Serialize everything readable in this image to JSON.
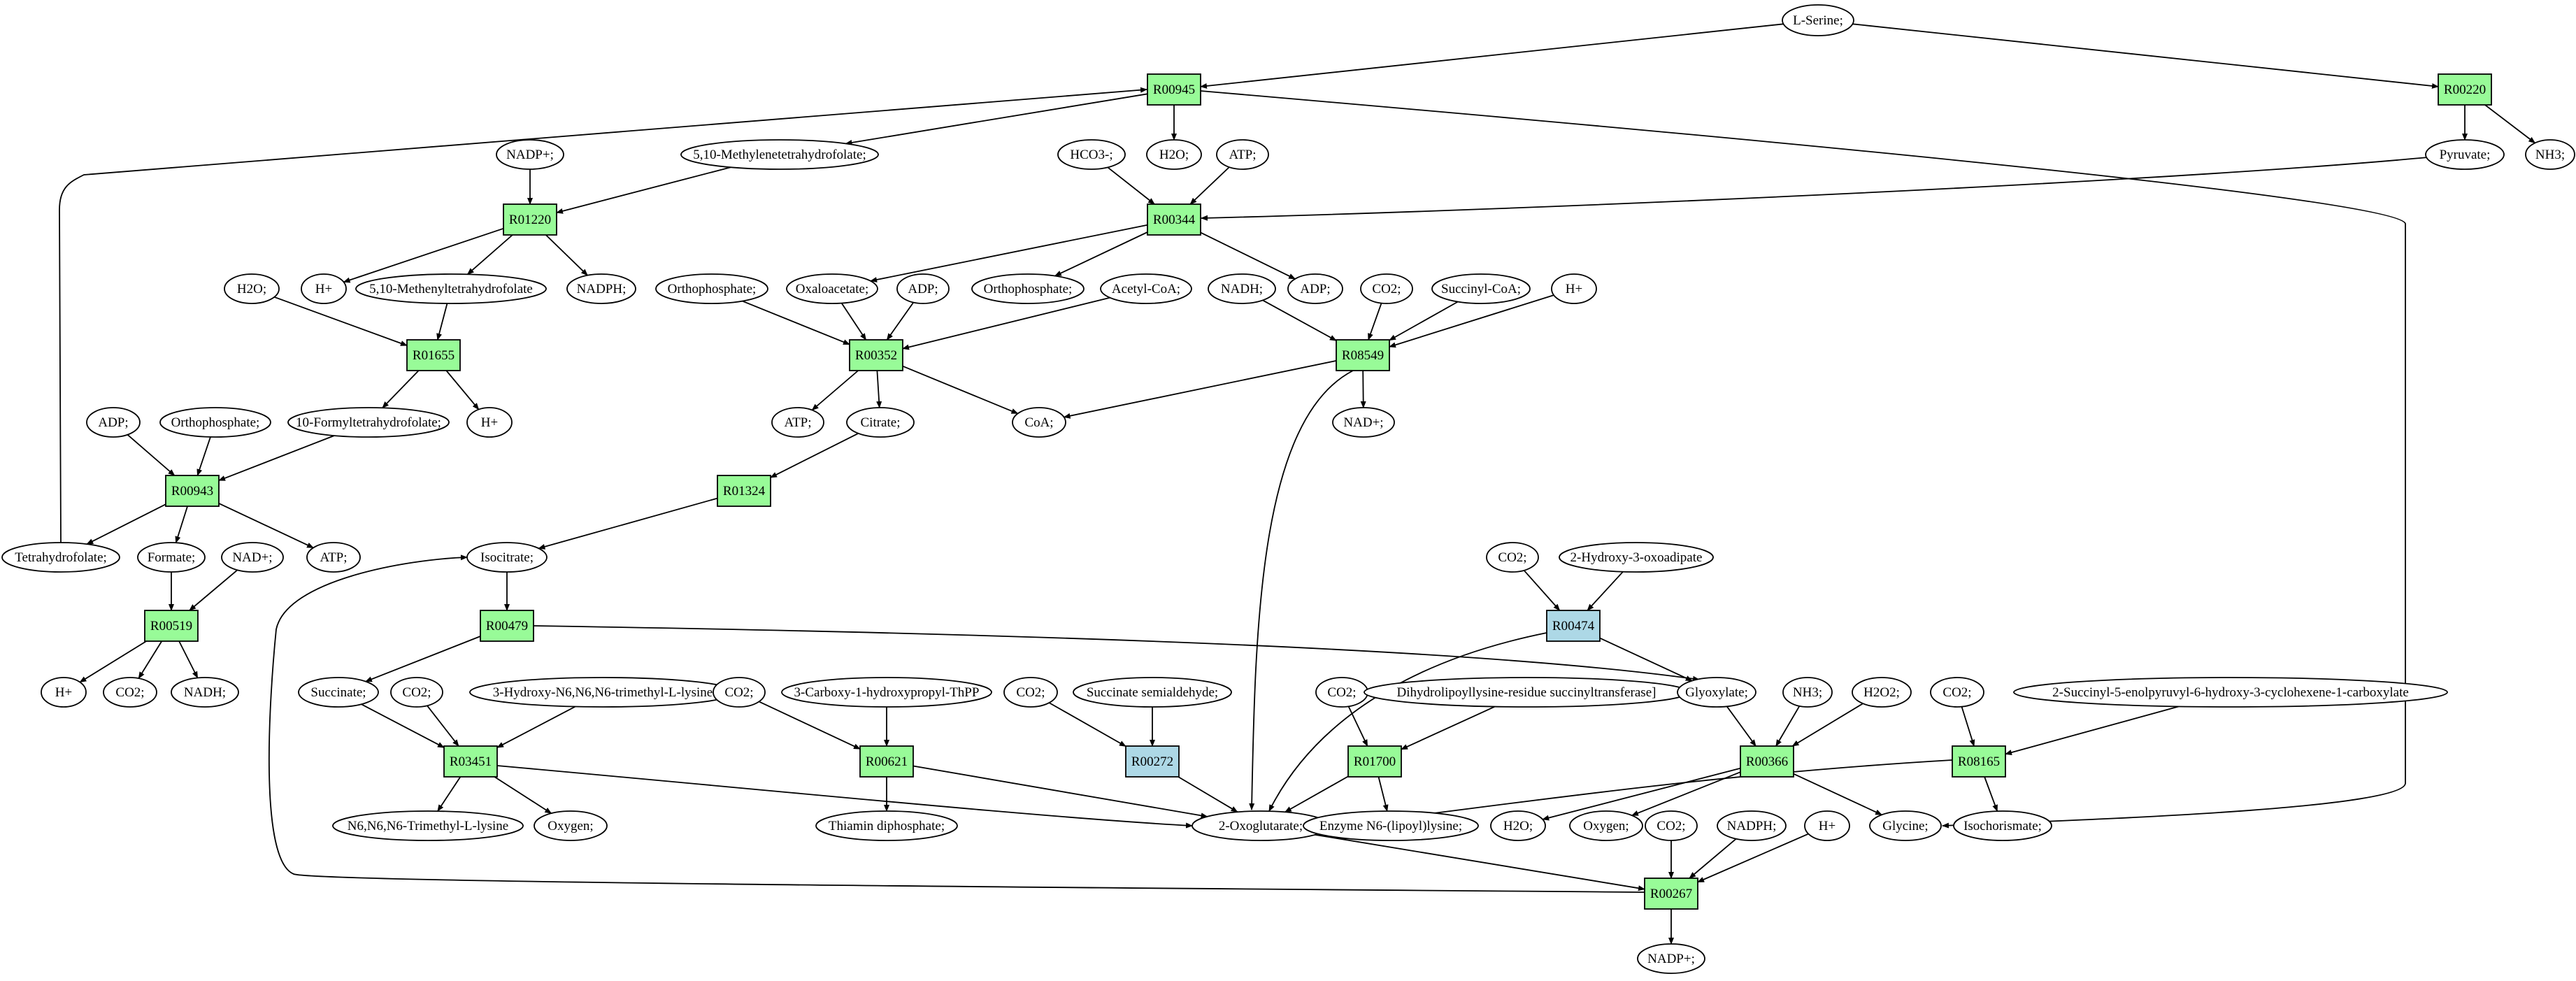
{
  "colors": {
    "reaction_fill": "#98fb98",
    "reaction_alt_fill": "#add8e6",
    "source_fill": "#00ff00",
    "target_fill": "#ffff00",
    "metabolite_fill": "#ffffff",
    "stroke": "#000000"
  },
  "nodes": [
    {
      "id": "lserine",
      "label": "L-Serine;",
      "kind": "metabolite",
      "fill": "source_fill"
    },
    {
      "id": "R00945",
      "label": "R00945",
      "kind": "reaction",
      "fill": "reaction_fill"
    },
    {
      "id": "R00220",
      "label": "R00220",
      "kind": "reaction",
      "fill": "reaction_fill"
    },
    {
      "id": "nadp_top",
      "label": "NADP+;",
      "kind": "metabolite"
    },
    {
      "id": "mthf",
      "label": "5,10-Methylenetetrahydrofolate;",
      "kind": "metabolite"
    },
    {
      "id": "hco3",
      "label": "HCO3-;",
      "kind": "metabolite"
    },
    {
      "id": "h2o_1",
      "label": "H2O;",
      "kind": "metabolite"
    },
    {
      "id": "atp_1",
      "label": "ATP;",
      "kind": "metabolite"
    },
    {
      "id": "pyruvate",
      "label": "Pyruvate;",
      "kind": "metabolite"
    },
    {
      "id": "nh3_1",
      "label": "NH3;",
      "kind": "metabolite"
    },
    {
      "id": "R01220",
      "label": "R01220",
      "kind": "reaction",
      "fill": "reaction_fill"
    },
    {
      "id": "R00344",
      "label": "R00344",
      "kind": "reaction",
      "fill": "reaction_fill"
    },
    {
      "id": "h2o_2",
      "label": "H2O;",
      "kind": "metabolite"
    },
    {
      "id": "hplus_1",
      "label": "H+",
      "kind": "metabolite"
    },
    {
      "id": "methenyl",
      "label": "5,10-Methenyltetrahydrofolate",
      "kind": "metabolite"
    },
    {
      "id": "nadph_1",
      "label": "NADPH;",
      "kind": "metabolite"
    },
    {
      "id": "orthophos_1",
      "label": "Orthophosphate;",
      "kind": "metabolite"
    },
    {
      "id": "oxaloacetate",
      "label": "Oxaloacetate;",
      "kind": "metabolite"
    },
    {
      "id": "adp_1",
      "label": "ADP;",
      "kind": "metabolite"
    },
    {
      "id": "orthophos_2",
      "label": "Orthophosphate;",
      "kind": "metabolite"
    },
    {
      "id": "acetylcoa",
      "label": "Acetyl-CoA;",
      "kind": "metabolite"
    },
    {
      "id": "nadh_1",
      "label": "NADH;",
      "kind": "metabolite"
    },
    {
      "id": "adp_2",
      "label": "ADP;",
      "kind": "metabolite"
    },
    {
      "id": "co2_1",
      "label": "CO2;",
      "kind": "metabolite"
    },
    {
      "id": "succinylcoa",
      "label": "Succinyl-CoA;",
      "kind": "metabolite"
    },
    {
      "id": "hplus_2",
      "label": "H+",
      "kind": "metabolite"
    },
    {
      "id": "R01655",
      "label": "R01655",
      "kind": "reaction",
      "fill": "reaction_fill"
    },
    {
      "id": "R00352",
      "label": "R00352",
      "kind": "reaction",
      "fill": "reaction_fill"
    },
    {
      "id": "R08549",
      "label": "R08549",
      "kind": "reaction",
      "fill": "reaction_fill"
    },
    {
      "id": "adp_3",
      "label": "ADP;",
      "kind": "metabolite"
    },
    {
      "id": "orthophos_3",
      "label": "Orthophosphate;",
      "kind": "metabolite"
    },
    {
      "id": "formylthf",
      "label": "10-Formyltetrahydrofolate;",
      "kind": "metabolite"
    },
    {
      "id": "hplus_3",
      "label": "H+",
      "kind": "metabolite"
    },
    {
      "id": "atp_2",
      "label": "ATP;",
      "kind": "metabolite"
    },
    {
      "id": "citrate",
      "label": "Citrate;",
      "kind": "metabolite"
    },
    {
      "id": "coa",
      "label": "CoA;",
      "kind": "metabolite"
    },
    {
      "id": "nadplus_1",
      "label": "NAD+;",
      "kind": "metabolite"
    },
    {
      "id": "R00943",
      "label": "R00943",
      "kind": "reaction",
      "fill": "reaction_fill"
    },
    {
      "id": "R01324",
      "label": "R01324",
      "kind": "reaction",
      "fill": "reaction_fill"
    },
    {
      "id": "thf",
      "label": "Tetrahydrofolate;",
      "kind": "metabolite"
    },
    {
      "id": "formate",
      "label": "Formate;",
      "kind": "metabolite"
    },
    {
      "id": "nadplus_2",
      "label": "NAD+;",
      "kind": "metabolite"
    },
    {
      "id": "atp_3",
      "label": "ATP;",
      "kind": "metabolite"
    },
    {
      "id": "isocitrate",
      "label": "Isocitrate;",
      "kind": "metabolite"
    },
    {
      "id": "co2_2",
      "label": "CO2;",
      "kind": "metabolite"
    },
    {
      "id": "hydroxyoxoadipate",
      "label": "2-Hydroxy-3-oxoadipate",
      "kind": "metabolite"
    },
    {
      "id": "R00519",
      "label": "R00519",
      "kind": "reaction",
      "fill": "reaction_fill"
    },
    {
      "id": "R00479",
      "label": "R00479",
      "kind": "reaction",
      "fill": "reaction_fill"
    },
    {
      "id": "R00474",
      "label": "R00474",
      "kind": "reaction",
      "fill": "reaction_alt_fill"
    },
    {
      "id": "hplus_4",
      "label": "H+",
      "kind": "metabolite"
    },
    {
      "id": "co2_3",
      "label": "CO2;",
      "kind": "metabolite"
    },
    {
      "id": "nadh_2",
      "label": "NADH;",
      "kind": "metabolite"
    },
    {
      "id": "succinate",
      "label": "Succinate;",
      "kind": "metabolite"
    },
    {
      "id": "co2_4",
      "label": "CO2;",
      "kind": "metabolite"
    },
    {
      "id": "hydroxytml",
      "label": "3-Hydroxy-N6,N6,N6-trimethyl-L-lysine",
      "kind": "metabolite"
    },
    {
      "id": "co2_5",
      "label": "CO2;",
      "kind": "metabolite"
    },
    {
      "id": "carboxythpp",
      "label": "3-Carboxy-1-hydroxypropyl-ThPP",
      "kind": "metabolite"
    },
    {
      "id": "co2_6",
      "label": "CO2;",
      "kind": "metabolite"
    },
    {
      "id": "succsemialdehyde",
      "label": "Succinate semialdehyde;",
      "kind": "metabolite"
    },
    {
      "id": "co2_7",
      "label": "CO2;",
      "kind": "metabolite"
    },
    {
      "id": "dihydrolipoyl",
      "label": "Dihydrolipoyllysine-residue succinyltransferase]",
      "kind": "metabolite"
    },
    {
      "id": "glyoxylate",
      "label": "Glyoxylate;",
      "kind": "metabolite"
    },
    {
      "id": "nh3_2",
      "label": "NH3;",
      "kind": "metabolite"
    },
    {
      "id": "h2o2",
      "label": "H2O2;",
      "kind": "metabolite"
    },
    {
      "id": "co2_8",
      "label": "CO2;",
      "kind": "metabolite"
    },
    {
      "id": "succinylenol",
      "label": "2-Succinyl-5-enolpyruvyl-6-hydroxy-3-cyclohexene-1-carboxylate",
      "kind": "metabolite"
    },
    {
      "id": "R03451",
      "label": "R03451",
      "kind": "reaction",
      "fill": "reaction_fill"
    },
    {
      "id": "R00621",
      "label": "R00621",
      "kind": "reaction",
      "fill": "reaction_fill"
    },
    {
      "id": "R00272",
      "label": "R00272",
      "kind": "reaction",
      "fill": "reaction_alt_fill"
    },
    {
      "id": "R01700",
      "label": "R01700",
      "kind": "reaction",
      "fill": "reaction_fill"
    },
    {
      "id": "R00366",
      "label": "R00366",
      "kind": "reaction",
      "fill": "reaction_fill"
    },
    {
      "id": "R08165",
      "label": "R08165",
      "kind": "reaction",
      "fill": "reaction_fill"
    },
    {
      "id": "tml",
      "label": "N6,N6,N6-Trimethyl-L-lysine",
      "kind": "metabolite"
    },
    {
      "id": "oxygen_1",
      "label": "Oxygen;",
      "kind": "metabolite"
    },
    {
      "id": "thiamin",
      "label": "Thiamin diphosphate;",
      "kind": "metabolite"
    },
    {
      "id": "oxoglutarate",
      "label": "2-Oxoglutarate;",
      "kind": "metabolite"
    },
    {
      "id": "lipoyllysine",
      "label": "Enzyme N6-(lipoyl)lysine;",
      "kind": "metabolite"
    },
    {
      "id": "h2o_3",
      "label": "H2O;",
      "kind": "metabolite"
    },
    {
      "id": "oxygen_2",
      "label": "Oxygen;",
      "kind": "metabolite"
    },
    {
      "id": "co2_9",
      "label": "CO2;",
      "kind": "metabolite"
    },
    {
      "id": "nadph_2",
      "label": "NADPH;",
      "kind": "metabolite"
    },
    {
      "id": "hplus_5",
      "label": "H+",
      "kind": "metabolite"
    },
    {
      "id": "glycine",
      "label": "Glycine;",
      "kind": "metabolite",
      "fill": "target_fill"
    },
    {
      "id": "isochorismate",
      "label": "Isochorismate;",
      "kind": "metabolite"
    },
    {
      "id": "R00267",
      "label": "R00267",
      "kind": "reaction",
      "fill": "reaction_fill"
    },
    {
      "id": "nadp_bottom",
      "label": "NADP+;",
      "kind": "metabolite"
    }
  ]
}
